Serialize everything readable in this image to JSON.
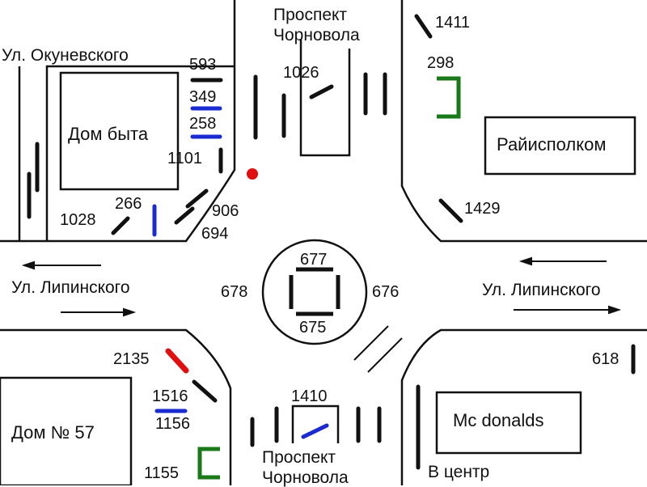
{
  "streets": {
    "okunevskogo": "Ул. Окуневского",
    "lipinskogo_left": "Ул. Липинского",
    "lipinskogo_right": "Ул. Липинского",
    "chornovola_top_line1": "Проспект",
    "chornovola_top_line2": "Чорновола",
    "chornovola_bottom_line1": "Проспект",
    "chornovola_bottom_line2": "Чорновола",
    "to_center": "В центр"
  },
  "buildings": {
    "dom_byta": "Дом быта",
    "raiispolkom": "Райисполком",
    "dom_57": "Дом № 57",
    "mcdonalds": "Mc donalds"
  },
  "stops": {
    "s593": "593",
    "s349": "349",
    "s258": "258",
    "s1101": "1101",
    "s266": "266",
    "s1028": "1028",
    "s906": "906",
    "s694": "694",
    "s1026": "1026",
    "s1411": "1411",
    "s298": "298",
    "s1429": "1429",
    "s677": "677",
    "s678": "678",
    "s676": "676",
    "s675": "675",
    "s618": "618",
    "s2135": "2135",
    "s1516": "1516",
    "s1156": "1156",
    "s1155": "1155",
    "s1410": "1410"
  },
  "colors": {
    "black": "#111111",
    "blue": "#1a2bd1",
    "red": "#e01010",
    "green": "#1a7a1a"
  }
}
